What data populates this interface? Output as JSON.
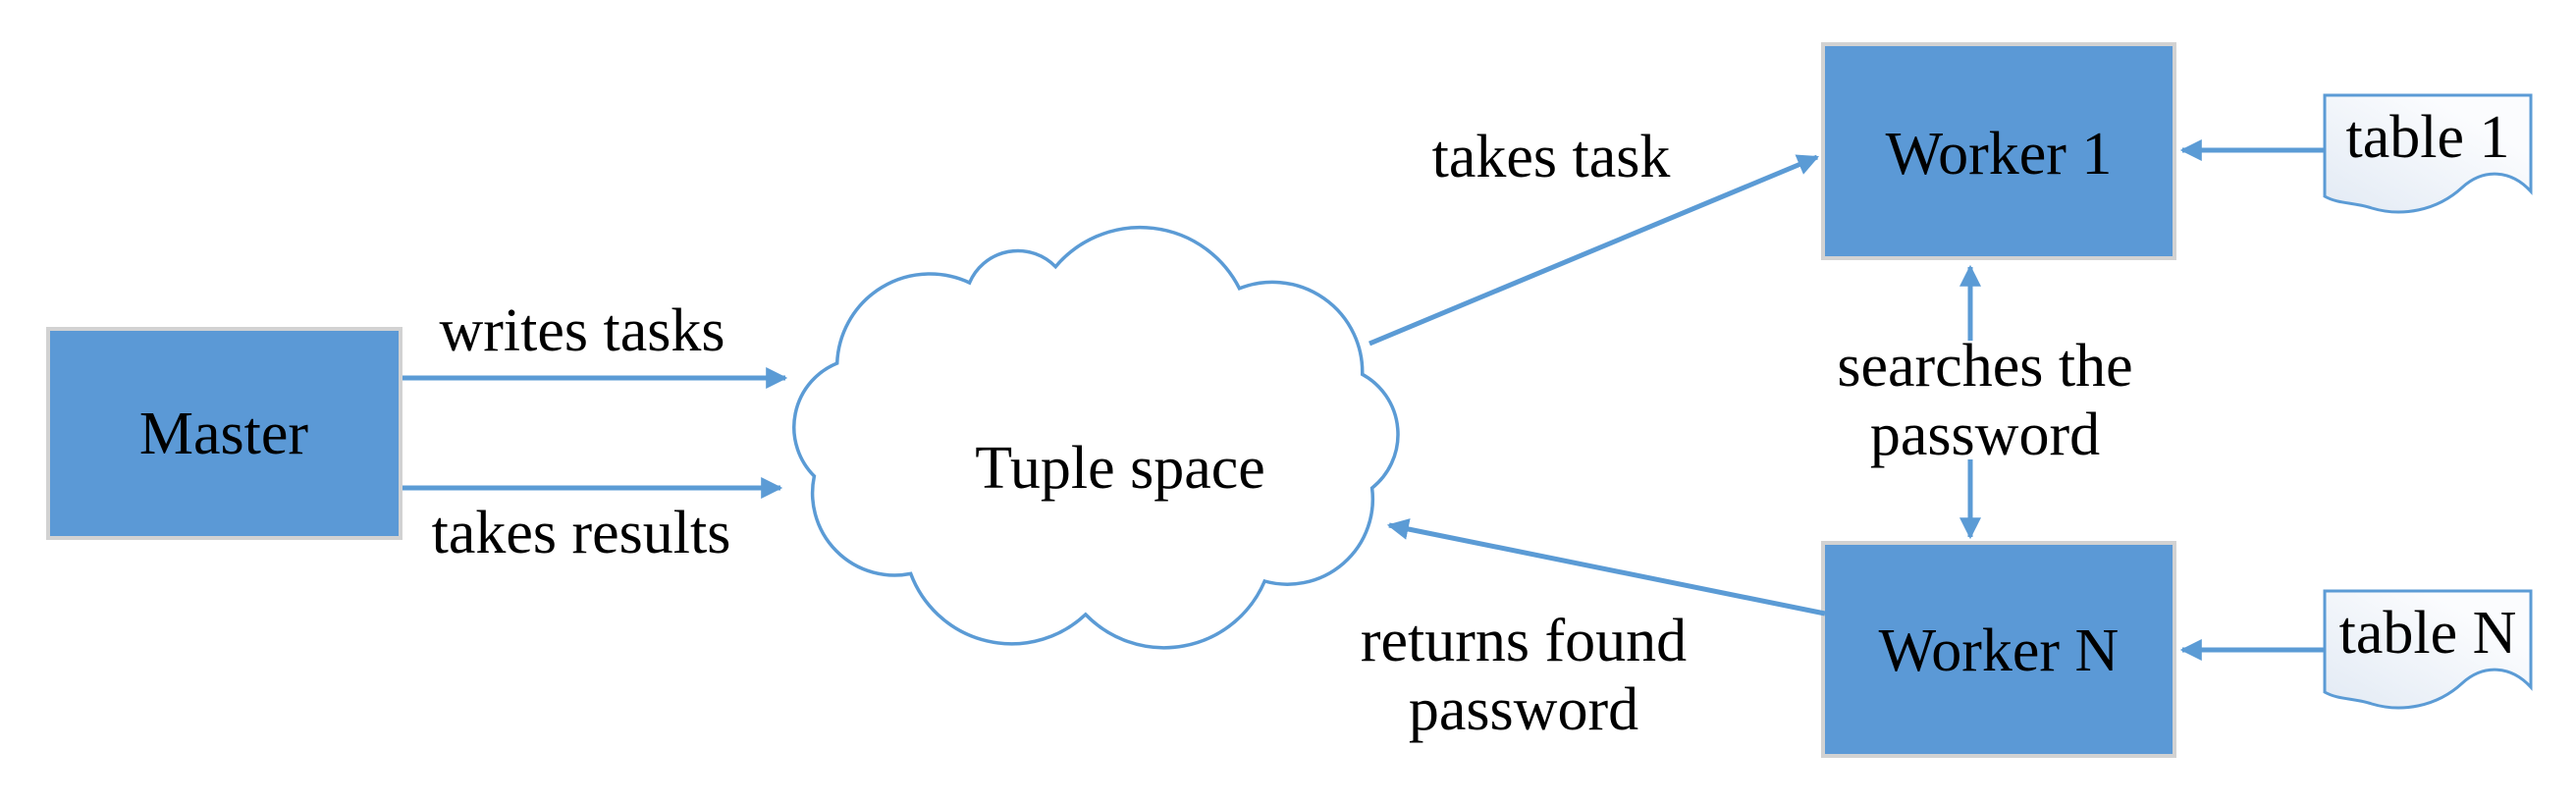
{
  "diagram": {
    "nodes": {
      "master": {
        "label": "Master",
        "type": "box"
      },
      "tuple_space": {
        "label": "Tuple space",
        "type": "cloud"
      },
      "worker_1": {
        "label": "Worker 1",
        "type": "box"
      },
      "worker_n": {
        "label": "Worker N",
        "type": "box"
      },
      "table_1": {
        "label": "table 1",
        "type": "document"
      },
      "table_n": {
        "label": "table N",
        "type": "document"
      }
    },
    "edges": {
      "writes_tasks": {
        "label": "writes tasks",
        "from": "Master",
        "to": "Tuple space"
      },
      "takes_results": {
        "label": "takes results",
        "from": "Master",
        "to": "Tuple space"
      },
      "takes_task": {
        "label": "takes task",
        "from": "Tuple space",
        "to": "Worker 1"
      },
      "returns_found_password": {
        "label_line1": "returns found",
        "label_line2": "password",
        "from": "Worker N",
        "to": "Tuple space"
      },
      "searches_the_password": {
        "label_line1": "searches the",
        "label_line2": "password",
        "from": "Worker 1",
        "to": "Worker N",
        "bidirectional": true
      },
      "table_1_feed": {
        "from": "table 1",
        "to": "Worker 1"
      },
      "table_n_feed": {
        "from": "table N",
        "to": "Worker N"
      }
    },
    "colors": {
      "node_fill": "#5B99D6",
      "node_border": "#D2D2D2",
      "arrow_stroke": "#5B9BD5",
      "cloud_stroke": "#5B9BD5",
      "document_fill_top": "#FBFCFE",
      "document_fill_bottom": "#E2EAF4",
      "text": "#000000",
      "background": "#FFFFFF"
    }
  }
}
